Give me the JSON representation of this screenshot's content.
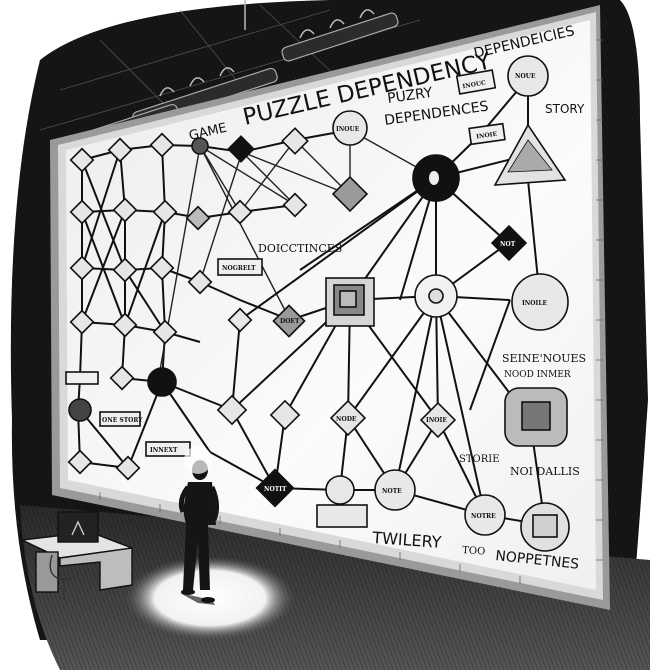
{
  "illustration": {
    "description": "Pencil-sketch illustration of a person standing in a spotlight looking at a huge wall-mounted puzzle dependency chart, with a small desk and computer monitor to the left.",
    "board": {
      "title_prefix": "GAME",
      "title_main": "PUZZLE DEPENDENCY",
      "title_suffix": "DEPENDEICIES",
      "subtitle_line1": "PUZRY",
      "subtitle_line2": "DEPENDENCES",
      "story_label": "STORY",
      "mid_label": "DOICCTINCES",
      "bottom_label_1": "TWILERY",
      "bottom_label_2": "TOO",
      "bottom_label_3": "NOPPETNES",
      "right_label_1a": "SEINE'NOUES",
      "right_label_1b": "NOOD INMER",
      "right_label_2a": "STORIE",
      "right_label_2b": "NOI DALLIS"
    },
    "nodes": [
      {
        "label": "NOUE",
        "shape": "circle"
      },
      {
        "label": "INOUC",
        "shape": "box"
      },
      {
        "label": "INOIE",
        "shape": "box"
      },
      {
        "label": "NOT",
        "shape": "diamond-dark"
      },
      {
        "label": "INOILE",
        "shape": "circle"
      },
      {
        "label": "NOGRELT",
        "shape": "box"
      },
      {
        "label": "DOET",
        "shape": "diamond"
      },
      {
        "label": "INOUE",
        "shape": "circle"
      },
      {
        "label": "INNEXT",
        "shape": "box"
      },
      {
        "label": "ONE STORY",
        "shape": "box"
      },
      {
        "label": "INOIE",
        "shape": "diamond"
      },
      {
        "label": "NOTE",
        "shape": "circle"
      },
      {
        "label": "NOTRE",
        "shape": "circle"
      },
      {
        "label": "NOTIT",
        "shape": "diamond-dark"
      },
      {
        "label": "NODE",
        "shape": "diamond"
      }
    ],
    "colors": {
      "paper": "#f4f4f2",
      "ink": "#111111",
      "dark_wall": "#1a1a1a",
      "frame": "#bdbdbd",
      "spotlight": "#ffffff",
      "floor": "#3a3a3a"
    }
  }
}
